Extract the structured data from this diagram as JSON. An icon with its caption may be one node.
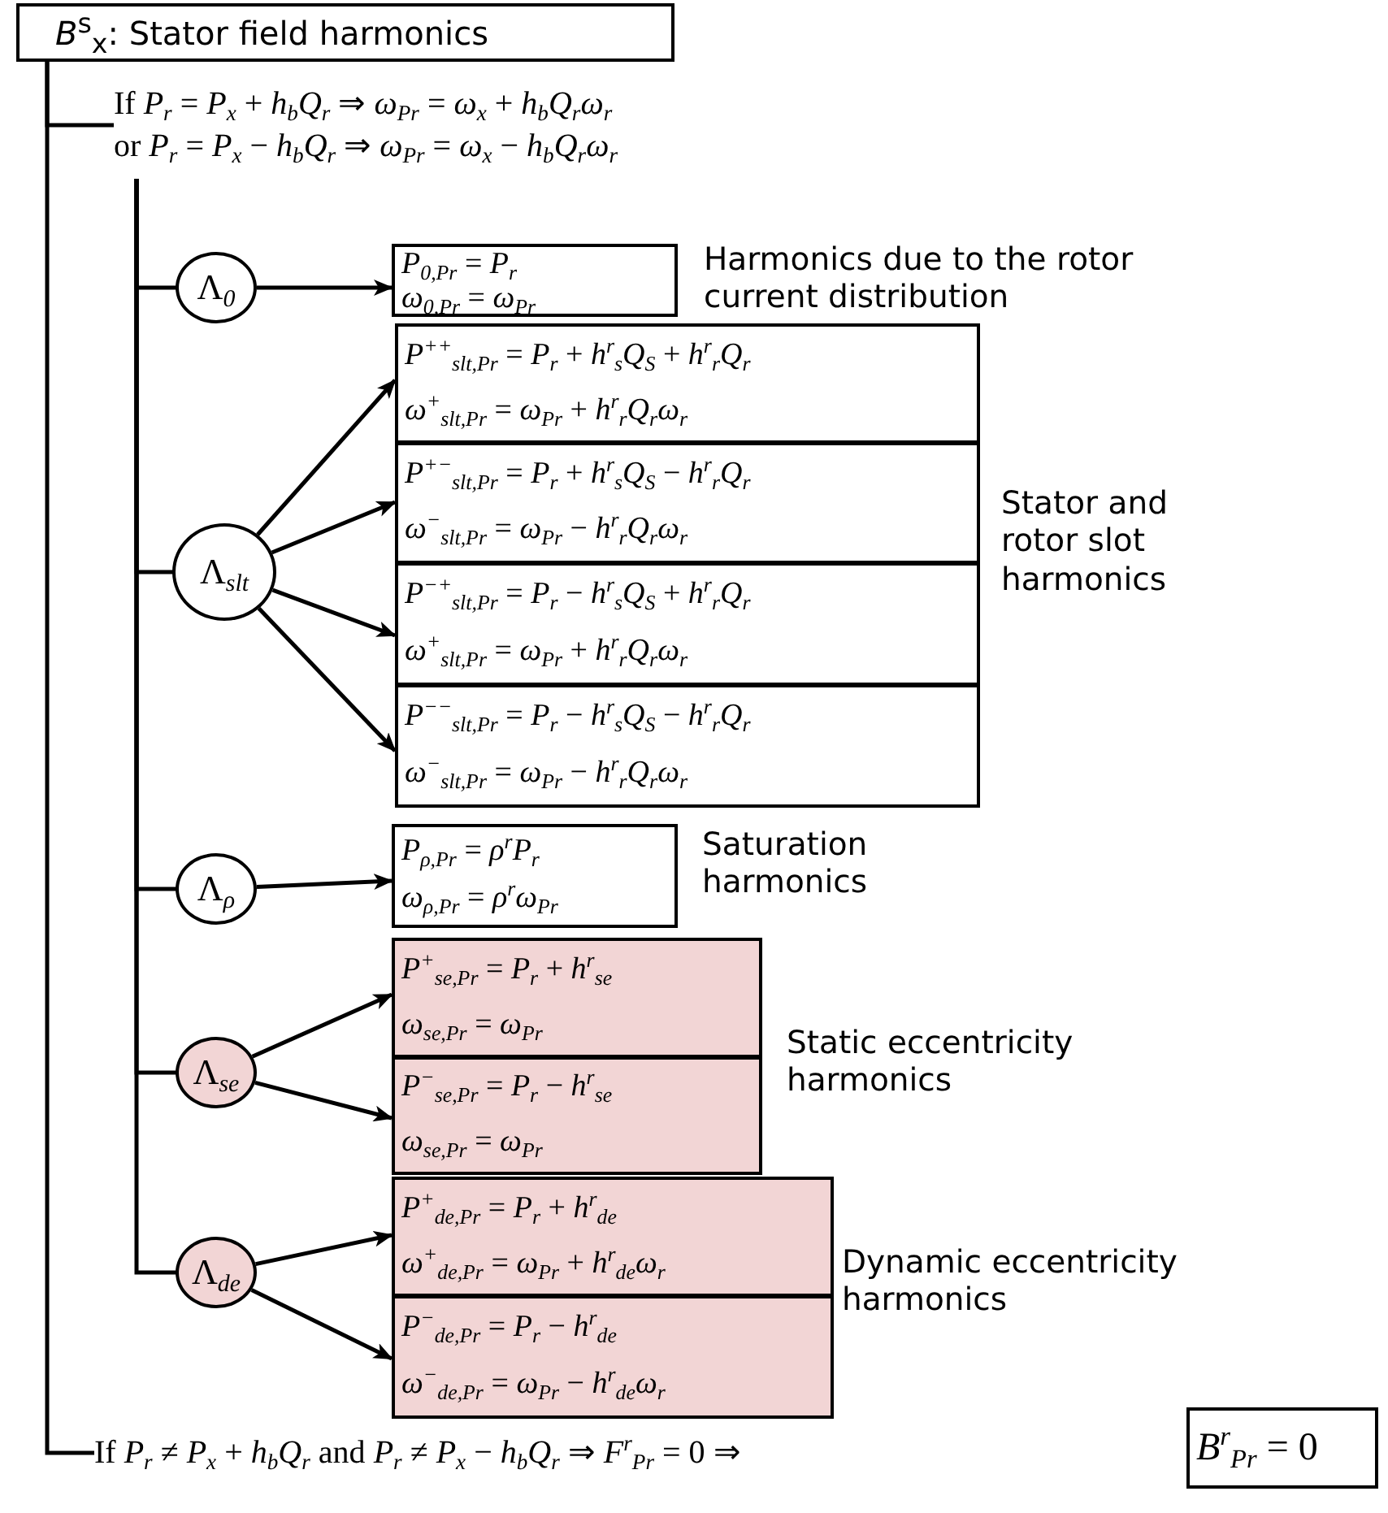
{
  "diagram": {
    "nodes": [
      {
        "text": [
          "*B*$^{s}$$_{x}$: Stator field harmonics"
        ]
      },
      {
        "text": [
          "If *P*$_{r}$ = *P*$_{x}$ + *h*$_{b}$*Q*$_{r}$ ⇒ *ω*$_{Pr}$ = *ω*$_{x}$ + *h*$_{b}$*Q*$_{r}$*ω*$_{r}$",
          "or *P*$_{r}$ = *P*$_{x}$ − *h*$_{b}$*Q*$_{r}$ ⇒ *ω*$_{Pr}$ = *ω*$_{x}$ − *h*$_{b}$*Q*$_{r}$*ω*$_{r}$"
        ]
      },
      {
        "text": [
          "Λ$_{0}$"
        ]
      },
      {
        "text": [
          "*P*$_{0,Pr}$ = *P*$_{r}$",
          "*ω*$_{0,Pr}$ = *ω*$_{Pr}$"
        ],
        "beside": [
          "Harmonics due to the rotor current distribution"
        ]
      },
      {
        "text": [
          "Λ$_{slt}$"
        ]
      },
      {
        "text": [
          "*P*$^{++}$$_{slt,Pr}$ = *P*$_{r}$ + *h*$^{r}$$_{s}$*Q*$_{S}$ + *h*$^{r}$$_{r}$*Q*$_{r}$",
          "*ω*$^{+}$$_{slt,Pr}$ = *ω*$_{Pr}$ + *h*$^{r}$$_{r}$*Q*$_{r}$*ω*$_{r}$"
        ]
      },
      {
        "text": [
          "*P*$^{+−}$$_{slt,Pr}$ = *P*$_{r}$ + *h*$^{r}$$_{s}$*Q*$_{S}$ − *h*$^{r}$$_{r}$*Q*$_{r}$",
          "*ω*$^{−}$$_{slt,Pr}$ = *ω*$_{Pr}$ − *h*$^{r}$$_{r}$*Q*$_{r}$*ω*$_{r}$"
        ]
      },
      {
        "text": [
          "*P*$^{−+}$$_{slt,Pr}$ = *P*$_{r}$ − *h*$^{r}$$_{s}$*Q*$_{S}$ + *h*$^{r}$$_{r}$*Q*$_{r}$",
          "*ω*$^{+}$$_{slt,Pr}$ = *ω*$_{Pr}$ + *h*$^{r}$$_{r}$*Q*$_{r}$*ω*$_{r}$"
        ]
      },
      {
        "text": [
          "*P*$^{−−}$$_{slt,Pr}$ = *P*$_{r}$ − *h*$^{r}$$_{s}$*Q*$_{S}$ − *h*$^{r}$$_{r}$*Q*$_{r}$",
          "*ω*$^{−}$$_{slt,Pr}$ = *ω*$_{Pr}$ − *h*$^{r}$$_{r}$*Q*$_{r}$*ω*$_{r}$"
        ]
      },
      {
        "text": [
          "Λ$_{ρ}$"
        ]
      },
      {
        "text": [
          "*P*$_{ρ,Pr}$ = *ρ*$^{r}$*P*$_{r}$",
          "*ω*$_{ρ,Pr}$ = *ρ*$^{r}$*ω*$_{Pr}$"
        ],
        "beside": [
          "Saturation harmonics"
        ]
      },
      {
        "text": [
          "Λ$_{se}$"
        ]
      },
      {
        "text": [
          "*P*$^{+}$$_{se,Pr}$ = *P*$_{r}$ + *h*$^{r}$$_{se}$",
          "*ω*$_{se,Pr}$ = *ω*$_{Pr}$"
        ]
      },
      {
        "text": [
          "*P*$^{−}$$_{se,Pr}$ = *P*$_{r}$ − *h*$^{r}$$_{se}$",
          "*ω*$_{se,Pr}$ = *ω*$_{Pr}$"
        ]
      },
      {
        "text": [
          "Λ$_{de}$"
        ]
      },
      {
        "text": [
          "*P*$^{+}$$_{de,Pr}$ = *P*$_{r}$ + *h*$^{r}$$_{de}$",
          "*ω*$^{+}$$_{de,Pr}$ = *ω*$_{Pr}$ + *h*$^{r}$$_{de}$*ω*$_{r}$"
        ]
      },
      {
        "text": [
          "*P*$^{−}$$_{de,Pr}$ = *P*$_{r}$ − *h*$^{r}$$_{de}$",
          "*ω*$^{−}$$_{de,Pr}$ = *ω*$_{Pr}$ − *h*$^{r}$$_{de}$*ω*$_{r}$"
        ]
      },
      {
        "text": [
          "If *P*$_{r}$ ≠ *P*$_{x}$ + *h*$_{b}$*Q*$_{r}$ and *P*$_{r}$ ≠ *P*$_{x}$ − *h*$_{b}$*Q*$_{r}$ ⇒ *F*$^{r}$$_{Pr}$ = 0 ⇒"
        ]
      },
      {
        "text": [
          "*B*$^{r}$$_{Pr}$ = 0"
        ]
      }
    ],
    "edges": [
      {
        "from": 0,
        "to": 1,
        "arrow": "none"
      },
      {
        "from": 0,
        "to": 17,
        "arrow": "none"
      },
      {
        "from": 1,
        "to": 2,
        "arrow": "none"
      },
      {
        "from": 1,
        "to": 4,
        "arrow": "none"
      },
      {
        "from": 1,
        "to": 9,
        "arrow": "none"
      },
      {
        "from": 1,
        "to": 11,
        "arrow": "none"
      },
      {
        "from": 1,
        "to": 14,
        "arrow": "none"
      },
      {
        "from": 2,
        "to": 3,
        "arrow": "to"
      },
      {
        "from": 4,
        "to": 5,
        "arrow": "to"
      },
      {
        "from": 4,
        "to": 6,
        "arrow": "to"
      },
      {
        "from": 4,
        "to": 7,
        "arrow": "to"
      },
      {
        "from": 4,
        "to": 8,
        "arrow": "to"
      },
      {
        "from": 9,
        "to": 10,
        "arrow": "to"
      },
      {
        "from": 11,
        "to": 12,
        "arrow": "to"
      },
      {
        "from": 11,
        "to": 13,
        "arrow": "to"
      },
      {
        "from": 14,
        "to": 15,
        "arrow": "to"
      },
      {
        "from": 14,
        "to": 16,
        "arrow": "to"
      }
    ],
    "labels": [
      "Stator and rotor slot harmonics",
      "Static eccentricity harmonics",
      "Dynamic eccentricity harmonics"
    ]
  }
}
